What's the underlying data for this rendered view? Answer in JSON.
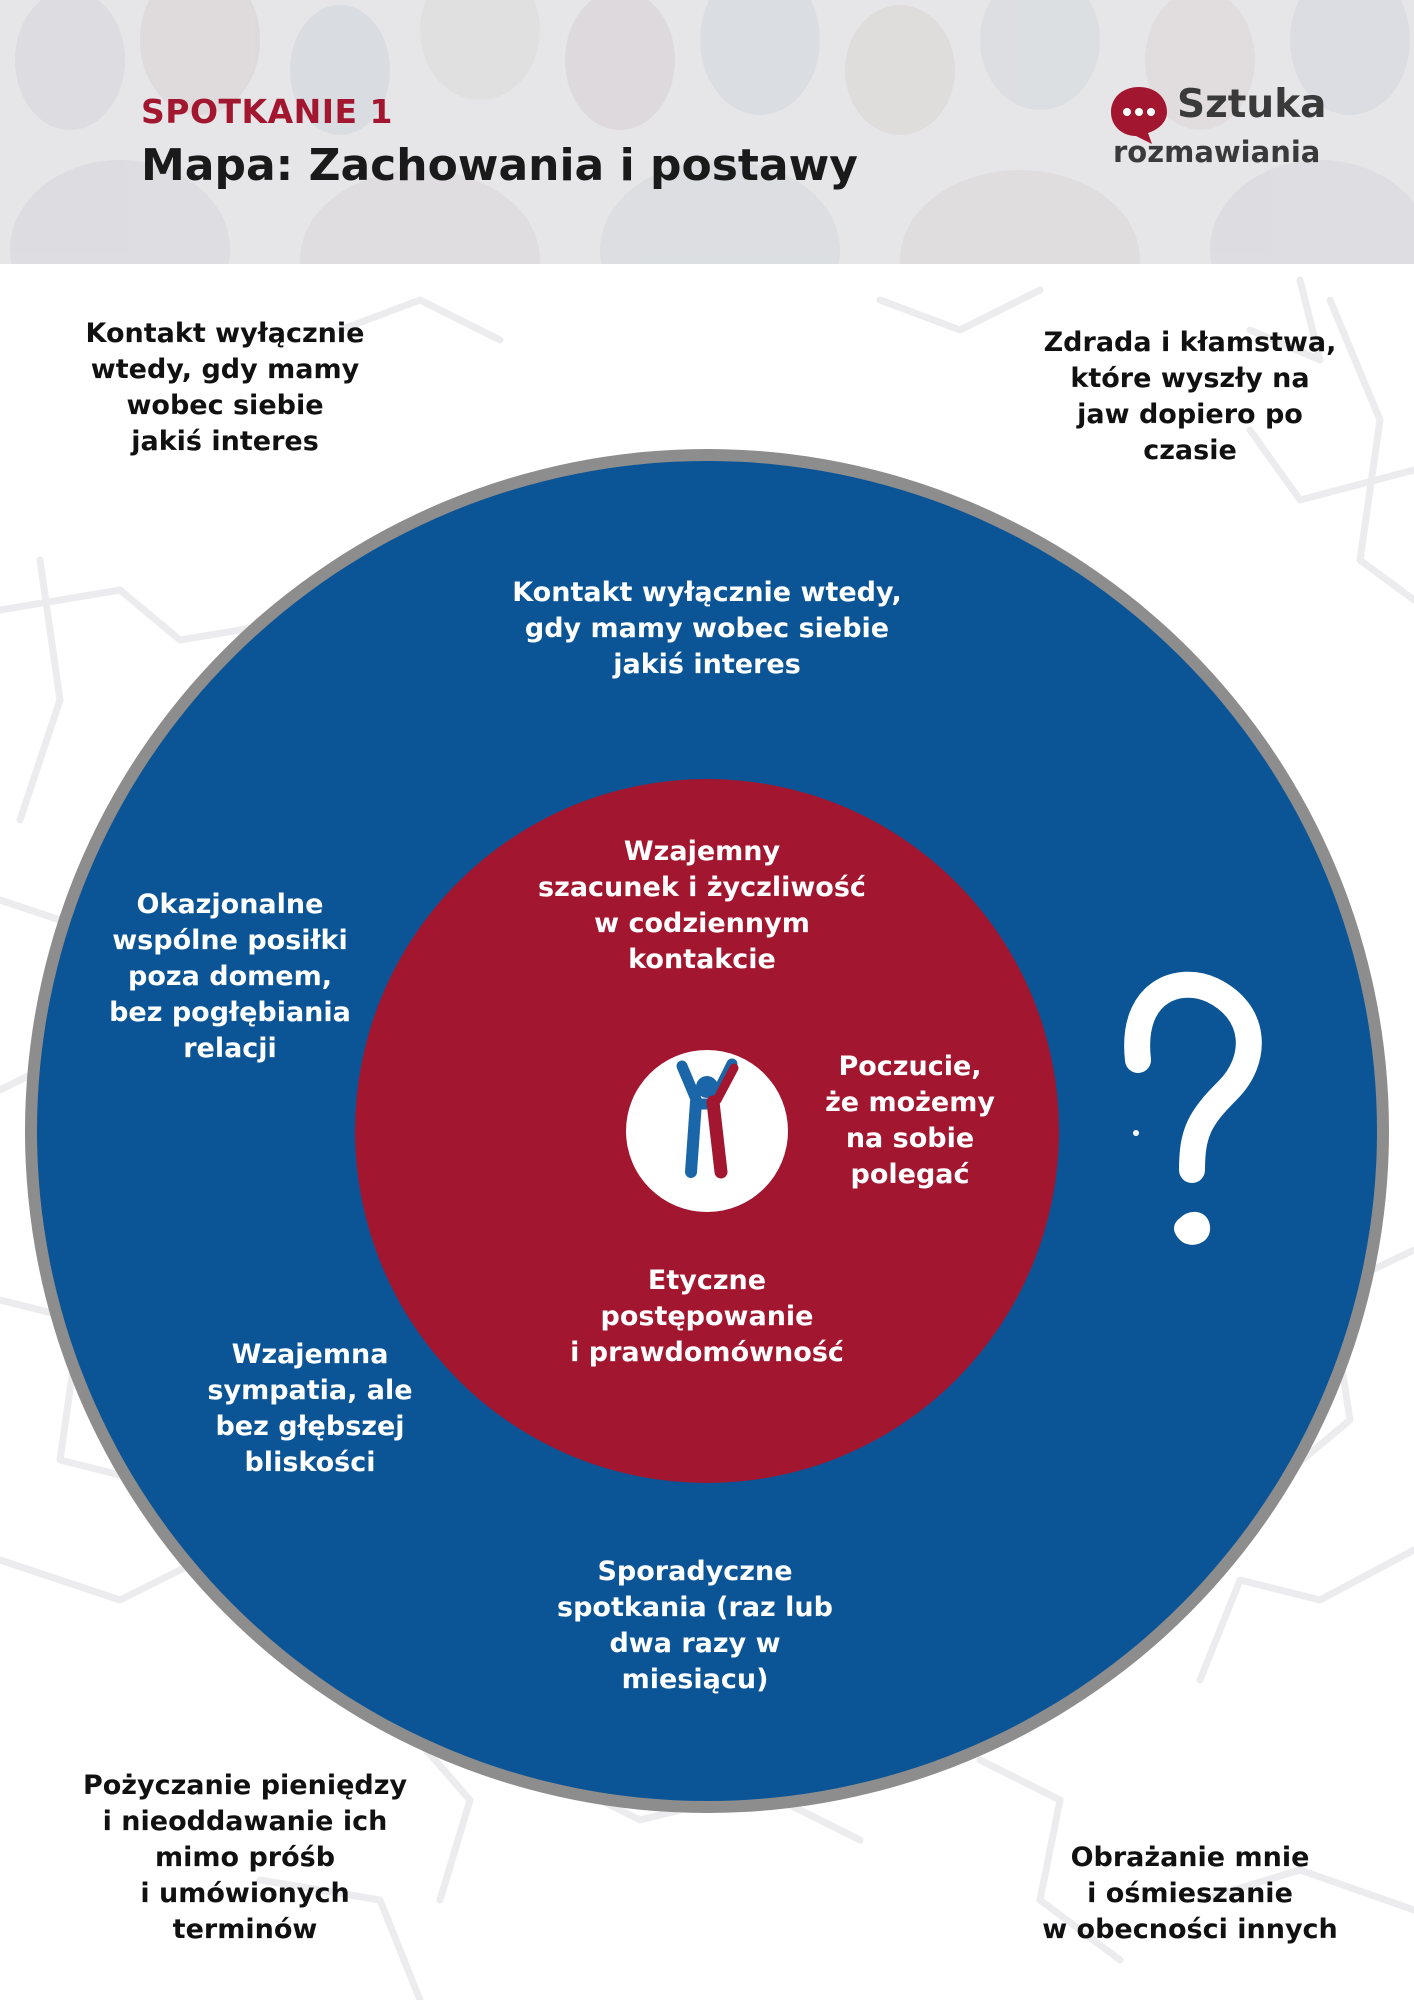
{
  "header": {
    "subtitle": "SPOTKANIE 1",
    "title": "Mapa: Zachowania i postawy"
  },
  "logo": {
    "word1": "Sztuka",
    "word2": "rozmawiania"
  },
  "colors": {
    "inner_circle": "#a2162f",
    "outer_circle": "#0b5597",
    "outer_ring": "#8d8d8d",
    "brand_red": "#a2162f"
  },
  "icons": {
    "center": "person-arms-up-icon",
    "question": "question-mark-icon",
    "logo": "speech-bubble-icon"
  },
  "outside": {
    "top_left": "Kontakt wyłącznie\nwtedy, gdy mamy\nwobec siebie\njakiś interes",
    "top_right": "Zdrada i kłamstwa,\nktóre wyszły na\njaw dopiero po\nczasie",
    "bottom_left": "Pożyczanie pieniędzy\ni nieoddawanie ich\nmimo próśb\ni umówionych\nterminów",
    "bottom_right": "Obrażanie mnie\ni ośmieszanie\nw obecności innych"
  },
  "outer_ring": {
    "top": "Kontakt wyłącznie wtedy,\ngdy mamy wobec siebie\njakiś interes",
    "left": "Okazjonalne\nwspólne posiłki\npoza domem,\nbez pogłębiania\nrelacji",
    "bottom_left": "Wzajemna\nsympatia, ale\nbez głębszej\nbliskości",
    "bottom": "Sporadyczne\nspotkania (raz lub\ndwa razy w\nmiesiącu)"
  },
  "inner": {
    "top": "Wzajemny\nszacunek  i życzliwość\nw codziennym\nkontakcie",
    "right": "Poczucie,\nże możemy\nna sobie\npolegać",
    "bottom": "Etyczne\npostępowanie\ni prawdomówność"
  }
}
